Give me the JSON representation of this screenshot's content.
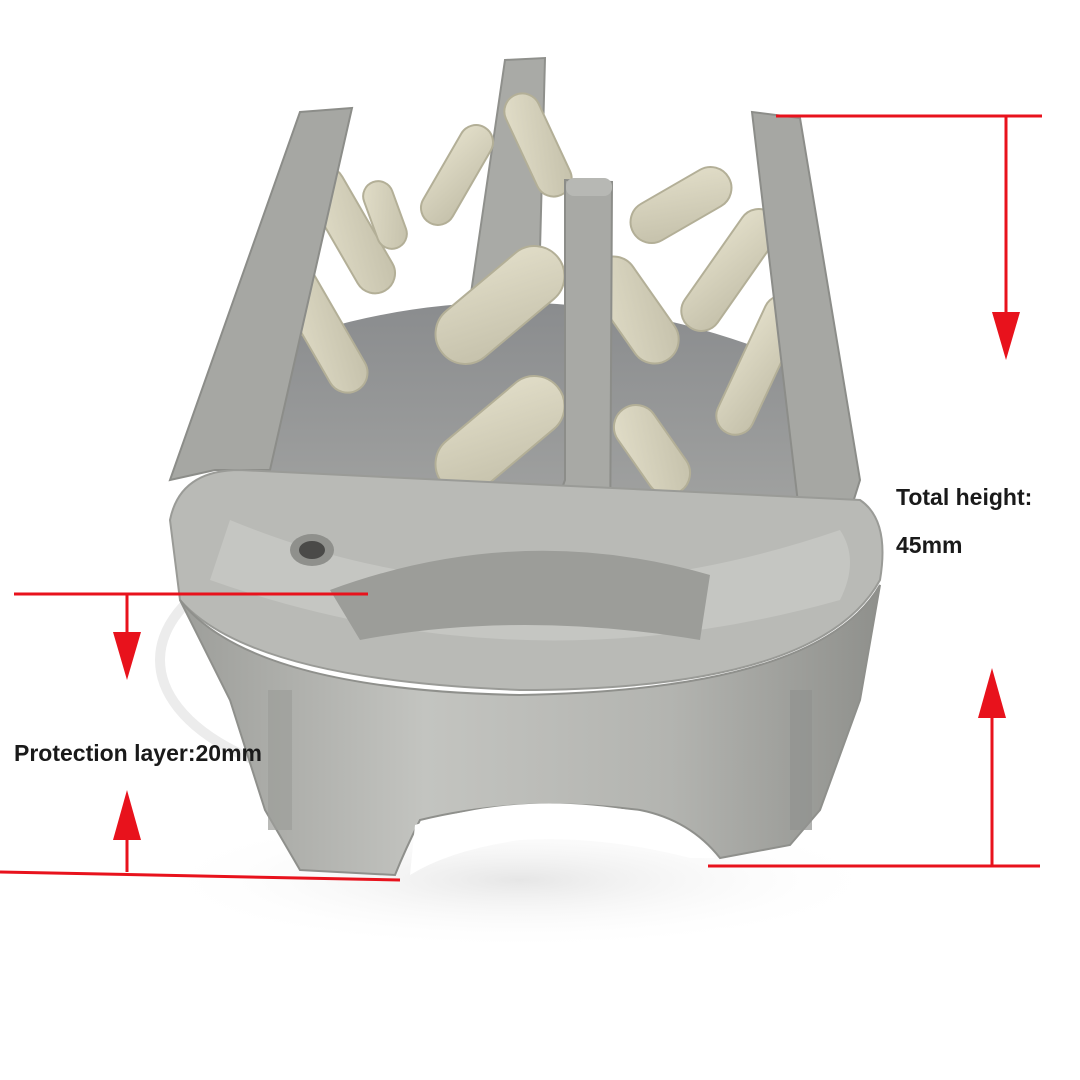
{
  "annotations": {
    "total_height_line1": "Total height:",
    "total_height_line2": "45mm",
    "protection_layer": "Protection layer:20mm"
  },
  "colors": {
    "dimension_arrow": "#e8121c",
    "spacer_body": "#a9aaa6",
    "spacer_fins": "#d6d2bc",
    "background": "#ffffff"
  }
}
